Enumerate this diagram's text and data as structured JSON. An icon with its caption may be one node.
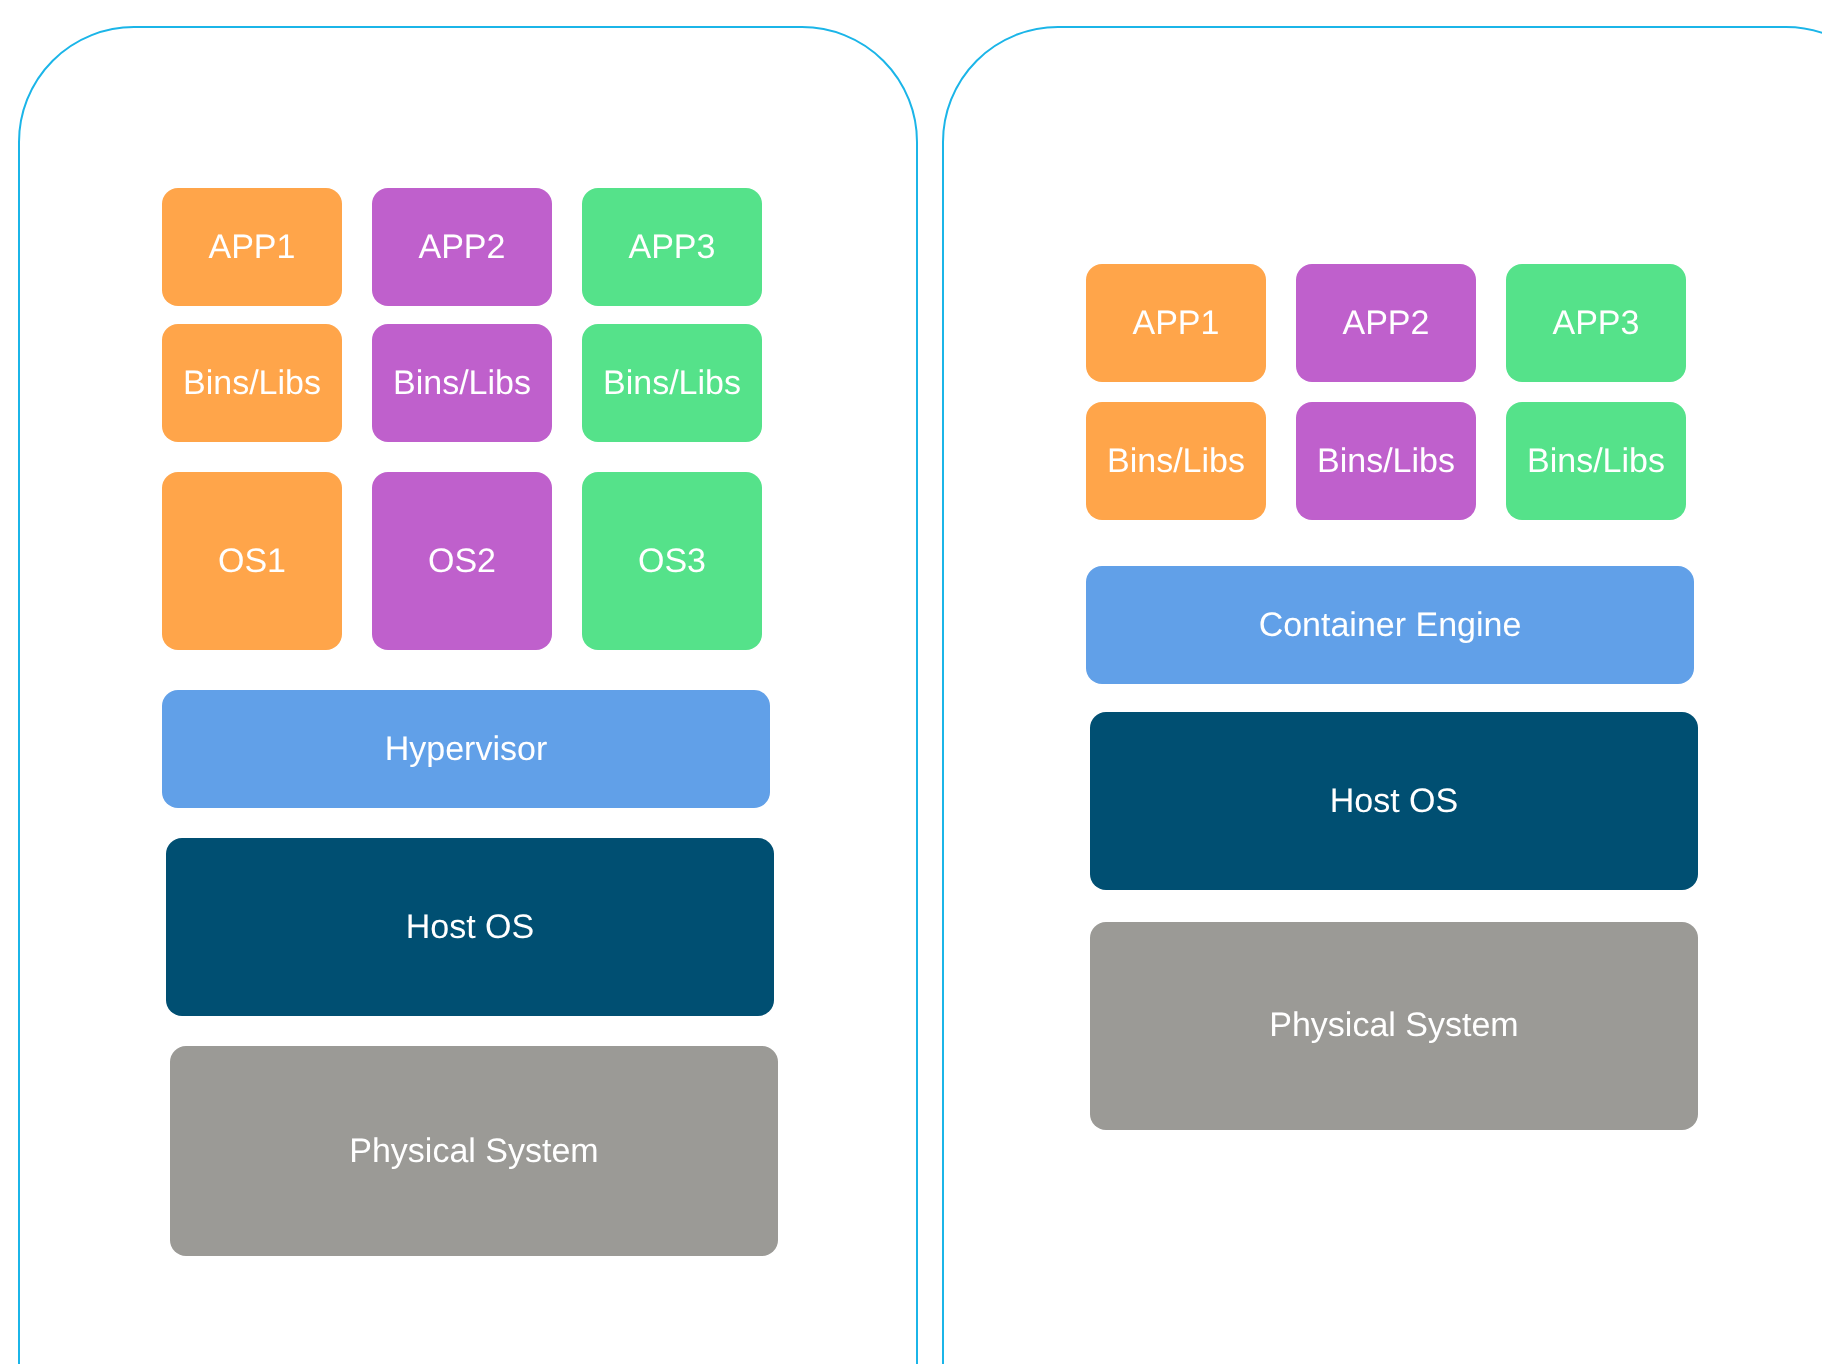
{
  "diagram": {
    "nodes": [
      {
        "text": [],
        "shape": "box"
      },
      {
        "text": [
          "APP1"
        ],
        "in": 0
      },
      {
        "text": [
          "APP2"
        ],
        "in": 0
      },
      {
        "text": [
          "APP3"
        ],
        "in": 0
      },
      {
        "text": [
          "Bins/Libs"
        ],
        "in": 0
      },
      {
        "text": [
          "Bins/Libs"
        ],
        "in": 0
      },
      {
        "text": [
          "Bins/Libs"
        ],
        "in": 0
      },
      {
        "text": [
          "OS1"
        ],
        "in": 0
      },
      {
        "text": [
          "OS2"
        ],
        "in": 0
      },
      {
        "text": [
          "OS3"
        ],
        "in": 0
      },
      {
        "text": [
          "Hypervisor"
        ],
        "in": 0
      },
      {
        "text": [
          "Host OS"
        ],
        "in": 0
      },
      {
        "text": [
          "Physical System"
        ],
        "in": 0
      },
      {
        "text": [],
        "shape": "box"
      },
      {
        "text": [
          "APP1"
        ],
        "in": 13
      },
      {
        "text": [
          "APP2"
        ],
        "in": 13
      },
      {
        "text": [
          "APP3"
        ],
        "in": 13
      },
      {
        "text": [
          "Bins/Libs"
        ],
        "in": 13
      },
      {
        "text": [
          "Bins/Libs"
        ],
        "in": 13
      },
      {
        "text": [
          "Bins/Libs"
        ],
        "in": 13
      },
      {
        "text": [
          "Container Engine"
        ],
        "in": 13
      },
      {
        "text": [
          "Host OS"
        ],
        "in": 13
      },
      {
        "text": [
          "Physical System"
        ],
        "in": 13
      }
    ]
  }
}
